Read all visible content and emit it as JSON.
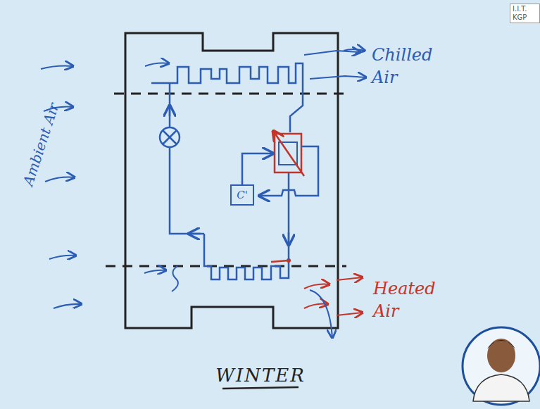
{
  "diagram": {
    "caption": "WINTER",
    "nodes": [
      {
        "text": [
          "C'"
        ]
      }
    ],
    "labels": [
      "I.I.T. KGP",
      "Ambient Air",
      "Chilled Air",
      "Heated Air"
    ]
  }
}
